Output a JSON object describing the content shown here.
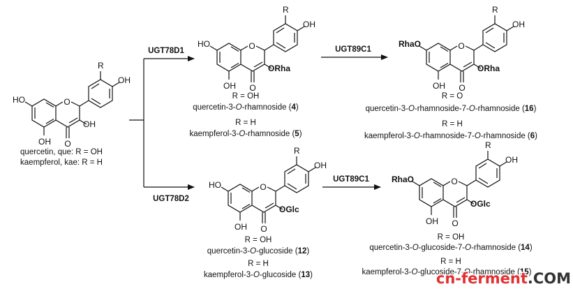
{
  "enzymes": {
    "e1": "UGT78D1",
    "e2": "UGT78D2",
    "e3": "UGT89C1",
    "e4": "UGT89C1"
  },
  "atoms": {
    "R": "R",
    "OH": "OH",
    "HO": "HO",
    "O": "O",
    "ORha": "ORha",
    "OGlc": "OGlc",
    "RhaO": "RhaO"
  },
  "start": {
    "line1": "quercetin, que: R = OH",
    "line2": "kaempferol, kae: R = H"
  },
  "p1": {
    "r1": "R = OH",
    "name1_a": "quercetin-3-",
    "name1_o": "O",
    "name1_b": "-rhamnoside (",
    "name1_n": "4",
    "name1_c": ")",
    "r2": "R = H",
    "name2_a": "kaempferol-3-",
    "name2_o": "O",
    "name2_b": "-rhamnoside (",
    "name2_n": "5",
    "name2_c": ")"
  },
  "p2": {
    "r1": "R = O",
    "name1_a": "quercetin-3-",
    "name1_o1": "O",
    "name1_b": "-rhamnoside-7-",
    "name1_o2": "O",
    "name1_c": "-rhamnoside (",
    "name1_n": "16",
    "name1_d": ")",
    "r2": "R = H",
    "name2_a": "kaempferol-3-",
    "name2_o1": "O",
    "name2_b": "-rhamnoside-7-",
    "name2_o2": "O",
    "name2_c": "-rhamnoside (",
    "name2_n": "6",
    "name2_d": ")"
  },
  "p3": {
    "r1": "R = OH",
    "name1_a": "quercetin-3-",
    "name1_o": "O",
    "name1_b": "-glucoside (",
    "name1_n": "12",
    "name1_c": ")",
    "r2": "R = H",
    "name2_a": "kaempferol-3-",
    "name2_o": "O",
    "name2_b": "-glucoside (",
    "name2_n": "13",
    "name2_c": ")"
  },
  "p4": {
    "r1": "R = OH",
    "name1_a": "quercetin-3-",
    "name1_o1": "O",
    "name1_b": "-glucoside-7-",
    "name1_o2": "O",
    "name1_c": "-rhamnoside (",
    "name1_n": "14",
    "name1_d": ")",
    "r2": "R = H",
    "name2_a": "kaempferol-3-",
    "name2_o1": "O",
    "name2_b": "-glucoside-7-",
    "name2_o2": "O",
    "name2_c": "-rhamnoside (",
    "name2_n": "15",
    "name2_d": ")"
  },
  "watermark": {
    "a": "cn-ferment",
    "b": ".COM"
  }
}
